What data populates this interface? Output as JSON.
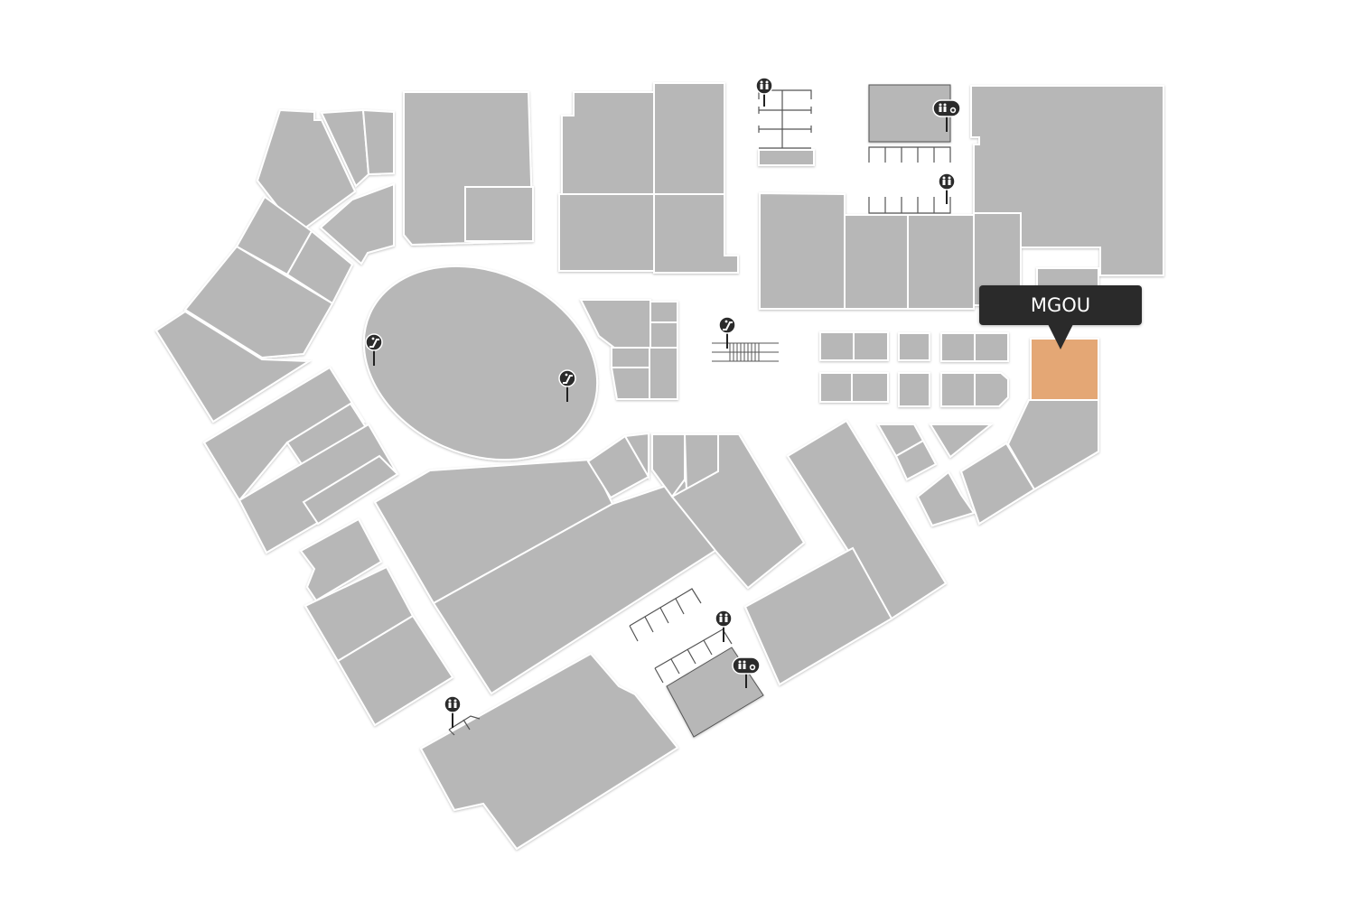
{
  "map": {
    "unit_color": "#b7b7b7",
    "highlight_color": "#e4a774",
    "background": "#ffffff",
    "selected_unit": {
      "label": "MGOU",
      "highlighted": true
    },
    "amenities": [
      {
        "type": "restroom",
        "icon": "restroom-icon"
      },
      {
        "type": "restroom-accessible",
        "icon": "restroom-accessible-icon"
      },
      {
        "type": "restroom",
        "icon": "restroom-icon"
      },
      {
        "type": "escalator",
        "icon": "escalator-icon"
      },
      {
        "type": "escalator",
        "icon": "escalator-icon"
      },
      {
        "type": "escalator",
        "icon": "escalator-icon"
      },
      {
        "type": "restroom",
        "icon": "restroom-icon"
      },
      {
        "type": "restroom-accessible",
        "icon": "restroom-accessible-icon"
      },
      {
        "type": "restroom",
        "icon": "restroom-icon"
      }
    ]
  }
}
